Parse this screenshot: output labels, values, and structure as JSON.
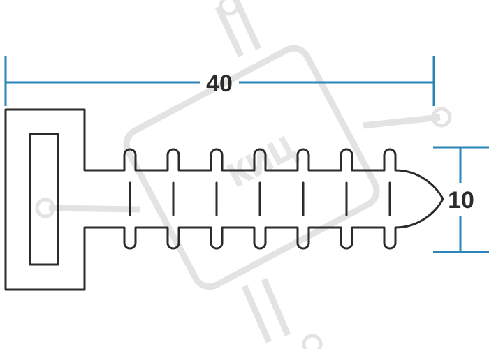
{
  "drawing": {
    "width_label": "40",
    "height_label": "10"
  },
  "watermark": {
    "text": "КИЦ"
  },
  "colors": {
    "outline": "#2b2b2b",
    "dimension": "#2a86b8",
    "label": "#2b2b2b",
    "watermark": "#e3e3e3"
  }
}
